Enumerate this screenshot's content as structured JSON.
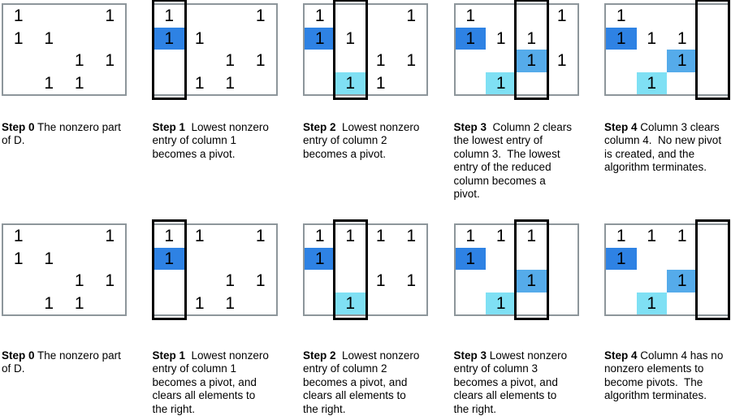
{
  "figure": {
    "entry_symbol": "1",
    "colors": {
      "pivot-dark": "#2E82E4",
      "pivot-medium": "#55ABEA",
      "pivot-light": "#7FE0F4",
      "matrix_border": "#8D969B",
      "column_outline": "#000000"
    },
    "rows": [
      {
        "panels": [
          {
            "label": "Step 0",
            "lines": [
              " The nonzero part",
              "of D."
            ],
            "matrix": [
              [
                1,
                0,
                0,
                1
              ],
              [
                1,
                1,
                0,
                0
              ],
              [
                0,
                0,
                1,
                1
              ],
              [
                0,
                1,
                1,
                0
              ]
            ],
            "pivots": [],
            "active_column": null
          },
          {
            "label": "Step 1",
            "lines": [
              "  Lowest nonzero",
              "entry of column 1",
              "becomes a pivot."
            ],
            "matrix": [
              [
                1,
                0,
                0,
                1
              ],
              [
                1,
                1,
                0,
                0
              ],
              [
                0,
                0,
                1,
                1
              ],
              [
                0,
                1,
                1,
                0
              ]
            ],
            "pivots": [
              {
                "row": 2,
                "col": 1,
                "color": "pivot-dark"
              }
            ],
            "active_column": 1
          },
          {
            "label": "Step 2",
            "lines": [
              "  Lowest nonzero",
              "entry of column 2",
              "becomes a pivot."
            ],
            "matrix": [
              [
                1,
                0,
                0,
                1
              ],
              [
                1,
                1,
                0,
                0
              ],
              [
                0,
                0,
                1,
                1
              ],
              [
                0,
                1,
                1,
                0
              ]
            ],
            "pivots": [
              {
                "row": 2,
                "col": 1,
                "color": "pivot-dark"
              },
              {
                "row": 4,
                "col": 2,
                "color": "pivot-light"
              }
            ],
            "active_column": 2
          },
          {
            "label": "Step 3",
            "lines": [
              "  Column 2 clears",
              "the lowest entry of",
              "column 3.  The lowest",
              "entry of the reduced",
              "column becomes a",
              "pivot."
            ],
            "matrix": [
              [
                1,
                0,
                0,
                1
              ],
              [
                1,
                1,
                1,
                0
              ],
              [
                0,
                0,
                1,
                1
              ],
              [
                0,
                1,
                0,
                0
              ]
            ],
            "pivots": [
              {
                "row": 2,
                "col": 1,
                "color": "pivot-dark"
              },
              {
                "row": 3,
                "col": 3,
                "color": "pivot-medium"
              },
              {
                "row": 4,
                "col": 2,
                "color": "pivot-light"
              }
            ],
            "active_column": 3
          },
          {
            "label": "Step 4",
            "lines": [
              " Column 3 clears",
              "column 4.  No new pivot",
              "is created, and the",
              "algorithm terminates."
            ],
            "matrix": [
              [
                1,
                0,
                0,
                0
              ],
              [
                1,
                1,
                1,
                0
              ],
              [
                0,
                0,
                1,
                0
              ],
              [
                0,
                1,
                0,
                0
              ]
            ],
            "pivots": [
              {
                "row": 2,
                "col": 1,
                "color": "pivot-dark"
              },
              {
                "row": 3,
                "col": 3,
                "color": "pivot-medium"
              },
              {
                "row": 4,
                "col": 2,
                "color": "pivot-light"
              }
            ],
            "active_column": 4
          }
        ]
      },
      {
        "panels": [
          {
            "label": "Step 0",
            "lines": [
              " The nonzero part",
              "of D."
            ],
            "matrix": [
              [
                1,
                0,
                0,
                1
              ],
              [
                1,
                1,
                0,
                0
              ],
              [
                0,
                0,
                1,
                1
              ],
              [
                0,
                1,
                1,
                0
              ]
            ],
            "pivots": [],
            "active_column": null
          },
          {
            "label": "Step 1",
            "lines": [
              "  Lowest nonzero",
              "entry of column 1",
              "becomes a pivot, and",
              "clears all elements to",
              "the right."
            ],
            "matrix": [
              [
                1,
                1,
                0,
                1
              ],
              [
                1,
                0,
                0,
                0
              ],
              [
                0,
                0,
                1,
                1
              ],
              [
                0,
                1,
                1,
                0
              ]
            ],
            "pivots": [
              {
                "row": 2,
                "col": 1,
                "color": "pivot-dark"
              }
            ],
            "active_column": 1
          },
          {
            "label": "Step 2",
            "lines": [
              "  Lowest nonzero",
              "entry of column 2",
              "becomes a pivot, and",
              "clears all elements to",
              "the right."
            ],
            "matrix": [
              [
                1,
                1,
                1,
                1
              ],
              [
                1,
                0,
                0,
                0
              ],
              [
                0,
                0,
                1,
                1
              ],
              [
                0,
                1,
                0,
                0
              ]
            ],
            "pivots": [
              {
                "row": 2,
                "col": 1,
                "color": "pivot-dark"
              },
              {
                "row": 4,
                "col": 2,
                "color": "pivot-light"
              }
            ],
            "active_column": 2
          },
          {
            "label": "Step 3",
            "lines": [
              " Lowest nonzero",
              "entry of column 3",
              "becomes a pivot, and",
              "clears all elements to",
              "the right."
            ],
            "matrix": [
              [
                1,
                1,
                1,
                0
              ],
              [
                1,
                0,
                0,
                0
              ],
              [
                0,
                0,
                1,
                0
              ],
              [
                0,
                1,
                0,
                0
              ]
            ],
            "pivots": [
              {
                "row": 2,
                "col": 1,
                "color": "pivot-dark"
              },
              {
                "row": 3,
                "col": 3,
                "color": "pivot-medium"
              },
              {
                "row": 4,
                "col": 2,
                "color": "pivot-light"
              }
            ],
            "active_column": 3
          },
          {
            "label": "Step 4",
            "lines": [
              " Column 4 has no",
              "nonzero elements to",
              "become pivots.  The",
              "algorithm terminates."
            ],
            "matrix": [
              [
                1,
                1,
                1,
                0
              ],
              [
                1,
                0,
                0,
                0
              ],
              [
                0,
                0,
                1,
                0
              ],
              [
                0,
                1,
                0,
                0
              ]
            ],
            "pivots": [
              {
                "row": 2,
                "col": 1,
                "color": "pivot-dark"
              },
              {
                "row": 3,
                "col": 3,
                "color": "pivot-medium"
              },
              {
                "row": 4,
                "col": 2,
                "color": "pivot-light"
              }
            ],
            "active_column": 4
          }
        ]
      }
    ]
  }
}
